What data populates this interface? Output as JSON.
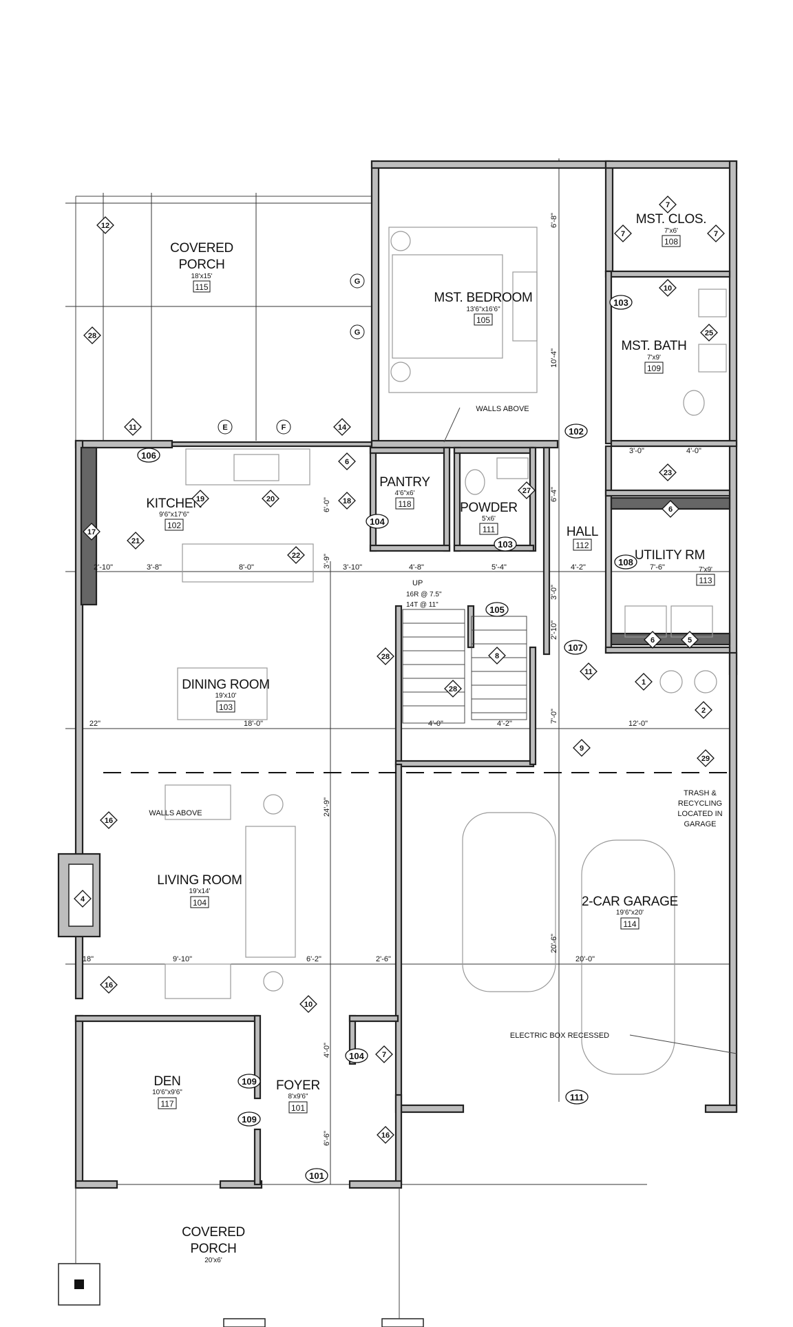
{
  "rooms": {
    "covered_porch_rear": {
      "name_line1": "COVERED",
      "name_line2": "PORCH",
      "size": "18'x15'",
      "number": "115"
    },
    "mst_bedroom": {
      "name": "MST. BEDROOM",
      "size": "13'6\"x16'6\"",
      "number": "105"
    },
    "mst_clos": {
      "name": "MST. CLOS.",
      "size": "7'x6'",
      "number": "108"
    },
    "mst_bath": {
      "name": "MST. BATH",
      "size": "7'x9'",
      "number": "109"
    },
    "kitchen": {
      "name": "KITCHEN",
      "size": "9'6\"x17'6\"",
      "number": "102"
    },
    "pantry": {
      "name": "PANTRY",
      "size": "4'6\"x6'",
      "number": "118"
    },
    "powder": {
      "name": "POWDER",
      "size": "5'x6'",
      "number": "111"
    },
    "hall": {
      "name": "HALL",
      "number": "112"
    },
    "utility": {
      "name": "UTILITY RM",
      "size": "7'x9'",
      "number": "113"
    },
    "dining": {
      "name": "DINING ROOM",
      "size": "19'x10'",
      "number": "103"
    },
    "living": {
      "name": "LIVING ROOM",
      "size": "19'x14'",
      "number": "104"
    },
    "garage": {
      "name": "2-CAR GARAGE",
      "size": "19'6\"x20'",
      "number": "114"
    },
    "den": {
      "name": "DEN",
      "size": "10'6\"x9'6\"",
      "number": "117"
    },
    "foyer": {
      "name": "FOYER",
      "size": "8'x9'6\"",
      "number": "101"
    },
    "covered_porch_front": {
      "name_line1": "COVERED",
      "name_line2": "PORCH",
      "size": "20'x6'"
    }
  },
  "notes": {
    "walls_above_top": "WALLS ABOVE",
    "walls_above_living": "WALLS ABOVE",
    "stair_line1": "UP",
    "stair_line2": "16R @ 7.5\"",
    "stair_line3": "14T @ 11\"",
    "trash_line1": "TRASH &",
    "trash_line2": "RECYCLING",
    "trash_line3": "LOCATED IN",
    "trash_line4": "GARAGE",
    "electric_box": "ELECTRIC BOX RECESSED"
  },
  "dimensions": {
    "d_6_8": "6'-8\"",
    "d_10_4": "10'-4\"",
    "d_3_0a": "3'-0\"",
    "d_4_0a": "4'-0\"",
    "d_6_0k": "6'-0\"",
    "d_6_4": "6'-4\"",
    "d_3_9": "3'-9\"",
    "d_2_10a": "2'-10\"",
    "d_3_8": "3'-8\"",
    "d_8_0": "8'-0\"",
    "d_3_10": "3'-10\"",
    "d_4_8": "4'-8\"",
    "d_5_4": "5'-4\"",
    "d_3_0b": "3'-0\"",
    "d_4_2a": "4'-2\"",
    "d_7_6": "7'-6\"",
    "d_2_10b": "2'-10\"",
    "d_4_0b": "4'-0\"",
    "d_4_2b": "4'-2\"",
    "d_7_0": "7'-0\"",
    "d_22": "22\"",
    "d_18_0": "18'-0\"",
    "d_12_0": "12'-0\"",
    "d_24_9": "24'-9\"",
    "d_18": "18\"",
    "d_9_10": "9'-10\"",
    "d_6_2": "6'-2\"",
    "d_2_6": "2'-6\"",
    "d_20_6": "20'-6\"",
    "d_20_0": "20'-0\"",
    "d_4_0c": "4'-0\"",
    "d_6_6": "6'-6\""
  },
  "door_tags": [
    "106",
    "104",
    "103",
    "102",
    "108",
    "105",
    "107",
    "103",
    "104",
    "109",
    "109",
    "111",
    "101"
  ],
  "grid_tags": [
    "G",
    "G",
    "E",
    "F"
  ],
  "keynotes": [
    "12",
    "28",
    "11",
    "14",
    "7",
    "7",
    "7",
    "10",
    "25",
    "23",
    "6",
    "6",
    "19",
    "20",
    "18",
    "21",
    "22",
    "17",
    "27",
    "6",
    "5",
    "11",
    "1",
    "2",
    "8",
    "28",
    "28",
    "9",
    "29",
    "16",
    "4",
    "16",
    "10",
    "7",
    "16"
  ]
}
